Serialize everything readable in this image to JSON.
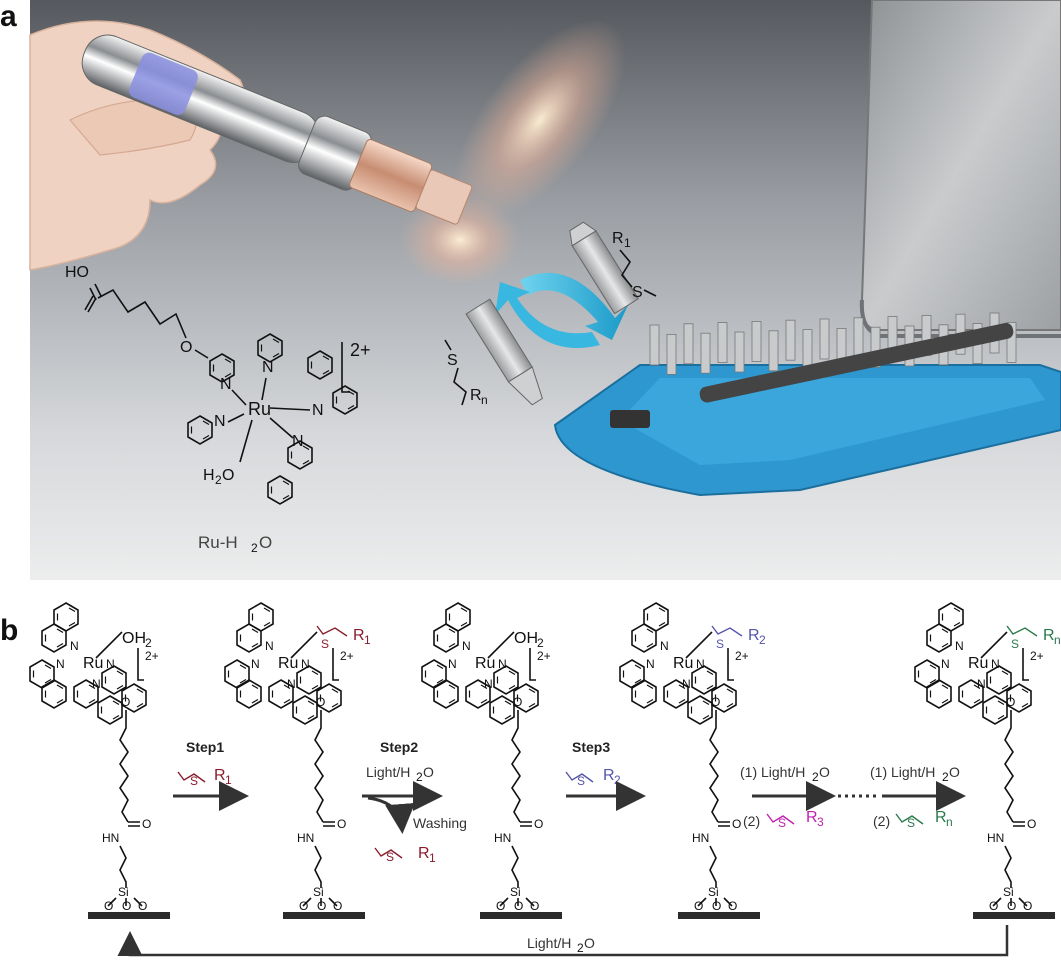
{
  "panel_a": {
    "label": "a",
    "complex_charge": "2+",
    "complex_name_main": "Ru-H",
    "complex_name_sub": "2",
    "complex_name_end": "O",
    "atoms": {
      "ho": "HO",
      "o": "O",
      "n": "N",
      "ru": "Ru",
      "h2o_h": "H",
      "h2o_sub": "2",
      "h2o_o": "O"
    },
    "ligand_top": {
      "r": "R",
      "r_sub": "1",
      "s": "S"
    },
    "ligand_bottom": {
      "s": "S",
      "r": "R",
      "r_sub": "n"
    },
    "colors": {
      "toolbox": "#2f97cf",
      "arrow": "#38b8e0",
      "lid": "#b9bcbe",
      "background": "#d4d6da"
    }
  },
  "panel_b": {
    "label": "b",
    "charge": "2+",
    "step1": {
      "title": "Step1",
      "reagent_r": "R",
      "reagent_sub": "1"
    },
    "step2": {
      "title": "Step2",
      "cond_main": "Light/H",
      "cond_sub": "2",
      "cond_end": "O",
      "washing": "Washing",
      "product_r": "R",
      "product_sub": "1"
    },
    "step3": {
      "title": "Step3",
      "reagent_r": "R",
      "reagent_sub": "2"
    },
    "step4": {
      "line1_pre": "(1) Light/H",
      "line1_sub": "2",
      "line1_end": "O",
      "line2_pre": "(2)",
      "reagent_r": "R",
      "reagent_sub": "3"
    },
    "step5": {
      "line1_pre": "(1) Light/H",
      "line1_sub": "2",
      "line1_end": "O",
      "line2_pre": "(2)",
      "reagent_r": "R",
      "reagent_sub": "n"
    },
    "loop": {
      "cond_main": "Light/H",
      "cond_sub": "2",
      "cond_end": "O"
    },
    "structure_atoms": {
      "n": "N",
      "ru": "Ru",
      "o": "O",
      "hn": "HN",
      "si": "Si",
      "s": "S",
      "oh_o": "OH",
      "oh_sub": "2"
    },
    "structures": [
      {
        "ligand": "water"
      },
      {
        "ligand": "thioether",
        "r": "R",
        "r_sub": "1",
        "color": "#8b1c2c"
      },
      {
        "ligand": "water"
      },
      {
        "ligand": "thioether",
        "r": "R",
        "r_sub": "2",
        "color": "#5555aa"
      },
      {
        "ligand": "thioether",
        "r": "R",
        "r_sub": "n",
        "color": "#2a7a4a"
      }
    ],
    "colors": {
      "r1": "#8b1c2c",
      "r2": "#5555aa",
      "r3": "#c020b0",
      "rn": "#2a7a4a",
      "arrow": "#333333"
    }
  }
}
